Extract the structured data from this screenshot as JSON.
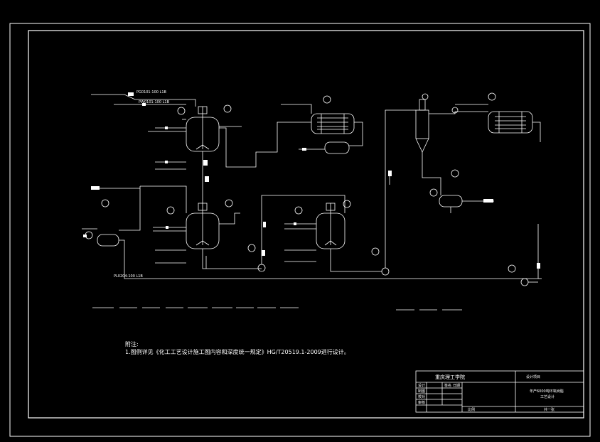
{
  "notes": {
    "heading": "附注:",
    "line1": "1.图例详见《化工工艺设计施工图内容和深度统一规定》HG/T20519.1-2009进行设计。"
  },
  "pipe_labels": {
    "p1": "PG0101-100 L1B",
    "p2": "PW0101-100 L1B",
    "p3": "PL0204-100 L1B"
  },
  "title_block": {
    "school": "重庆理工学院",
    "project_label": "设计项目",
    "drawing_title_1": "年产6000吨环氧树脂",
    "drawing_title_2": "工艺设计",
    "row_labels": [
      "设计",
      "制图",
      "校对",
      "审核"
    ],
    "col_labels": [
      "签名",
      "日期"
    ],
    "scale_label": "比例",
    "sheet": "共一张"
  },
  "colors": {
    "background": "#000000",
    "lines": "#ffffff"
  }
}
